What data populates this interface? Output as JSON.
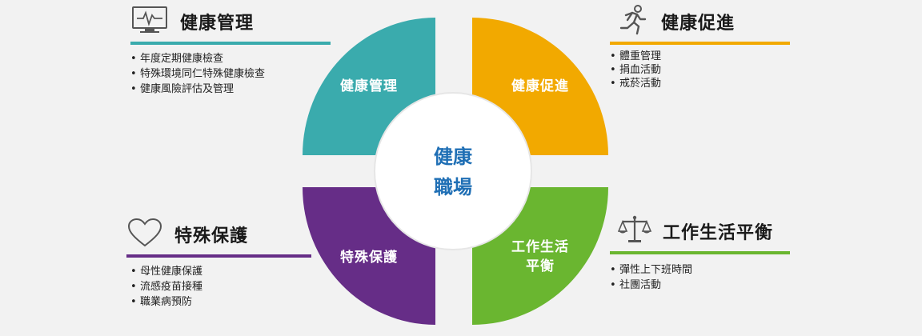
{
  "center": {
    "line1": "健康",
    "line2": "職場"
  },
  "colors": {
    "management": "#3aabad",
    "promotion": "#f2a900",
    "protection": "#662d87",
    "balance": "#6ab630",
    "center_text": "#1f6fb5",
    "background": "#f2f2f2"
  },
  "segments": {
    "management": {
      "label": "健康管理"
    },
    "promotion": {
      "label": "健康促進"
    },
    "protection": {
      "label": "特殊保護"
    },
    "balance": {
      "label_line1": "工作生活",
      "label_line2": "平衡"
    }
  },
  "blocks": {
    "management": {
      "icon": "monitor-heartbeat-icon",
      "title": "健康管理",
      "items": [
        "年度定期健康檢查",
        "特殊環境同仁特殊健康檢查",
        "健康風險評估及管理"
      ]
    },
    "promotion": {
      "icon": "running-person-icon",
      "title": "健康促進",
      "items": [
        "體重管理",
        "捐血活動",
        "戒菸活動"
      ]
    },
    "protection": {
      "icon": "heart-outline-icon",
      "title": "特殊保護",
      "items": [
        "母性健康保護",
        "流感疫苗接種",
        "職業病預防"
      ]
    },
    "balance": {
      "icon": "balance-scale-icon",
      "title": "工作生活平衡",
      "items": [
        "彈性上下班時間",
        "社團活動"
      ]
    }
  }
}
